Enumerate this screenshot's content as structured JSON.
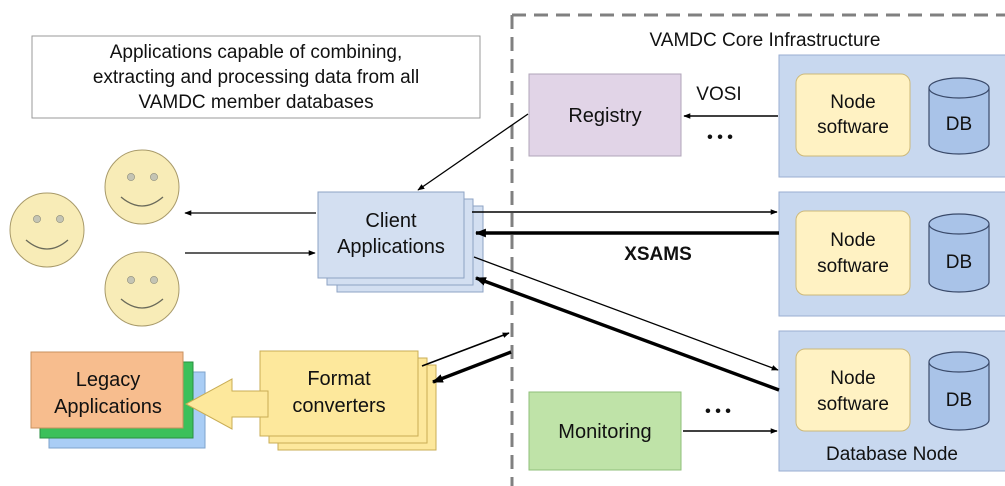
{
  "description_box": {
    "lines": [
      "Applications capable of combining,",
      "extracting and processing data from all",
      "VAMDC member databases"
    ]
  },
  "core_infrastructure": {
    "label": "VAMDC Core Infrastructure"
  },
  "registry": {
    "label": "Registry"
  },
  "vosi": {
    "label": "VOSI"
  },
  "ellipsis": "• • •",
  "client_applications": {
    "lines": [
      "Client",
      "Applications"
    ]
  },
  "xsams": {
    "label": "XSAMS"
  },
  "format_converters": {
    "lines": [
      "Format",
      "converters"
    ]
  },
  "legacy_applications": {
    "lines": [
      "Legacy",
      "Applications"
    ]
  },
  "monitoring": {
    "label": "Monitoring"
  },
  "nodes": [
    {
      "software_lines": [
        "Node",
        "software"
      ],
      "db_label": "DB"
    },
    {
      "software_lines": [
        "Node",
        "software"
      ],
      "db_label": "DB"
    },
    {
      "software_lines": [
        "Node",
        "software"
      ],
      "db_label": "DB"
    }
  ],
  "database_node": {
    "label": "Database Node"
  },
  "colors": {
    "registry_fill": "#e1d4e7",
    "client_fill": "#d3dff1",
    "node_panel_fill": "#c8d8ef",
    "node_software_fill": "#fff2c3",
    "db_fill": "#a9c3e8",
    "smiley_fill": "#f8ecb7",
    "converter_fill": "#fde89c",
    "legacy_orange": "#f7bd8e",
    "legacy_green": "#3cc05a",
    "legacy_blue": "#a9cdf5",
    "monitoring_fill": "#bfe3a8"
  }
}
